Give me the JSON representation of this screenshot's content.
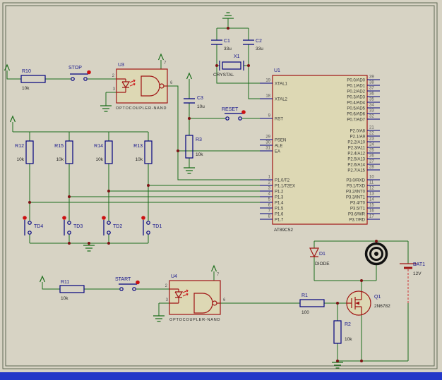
{
  "colors": {
    "background": "#d7d3c4",
    "wire_green": "#1b6e1b",
    "component_maroon": "#a01414",
    "component_navy": "#00007f",
    "component_fill": "#ddd8b4",
    "junction_dot": "#7c1414",
    "button_cap_red": "#cc1111",
    "statusbar_blue": "#2438c8"
  },
  "u1": {
    "ref": "U1",
    "part": "AT89C52",
    "pins_xtal": [
      {
        "num": "19",
        "name": "XTAL1"
      },
      {
        "num": "18",
        "name": "XTAL2"
      }
    ],
    "pins_rst": [
      {
        "num": "9",
        "name": "RST"
      }
    ],
    "pins_ctrl": [
      {
        "num": "29",
        "name": "PSEN"
      },
      {
        "num": "30",
        "name": "ALE"
      },
      {
        "num": "31",
        "name": "EA"
      }
    ],
    "pins_p1": [
      {
        "num": "1",
        "name": "P1.0/T2"
      },
      {
        "num": "2",
        "name": "P1.1/T2EX"
      },
      {
        "num": "3",
        "name": "P1.2"
      },
      {
        "num": "4",
        "name": "P1.3"
      },
      {
        "num": "5",
        "name": "P1.4"
      },
      {
        "num": "6",
        "name": "P1.5"
      },
      {
        "num": "7",
        "name": "P1.6"
      },
      {
        "num": "8",
        "name": "P1.7"
      }
    ],
    "pins_p0": [
      {
        "num": "39",
        "name": "P0.0/AD0"
      },
      {
        "num": "38",
        "name": "P0.1/AD1"
      },
      {
        "num": "37",
        "name": "P0.2/AD2"
      },
      {
        "num": "36",
        "name": "P0.3/AD3"
      },
      {
        "num": "35",
        "name": "P0.4/AD4"
      },
      {
        "num": "34",
        "name": "P0.5/AD5"
      },
      {
        "num": "33",
        "name": "P0.6/AD6"
      },
      {
        "num": "32",
        "name": "P0.7/AD7"
      }
    ],
    "pins_p2": [
      {
        "num": "21",
        "name": "P2.0/A8"
      },
      {
        "num": "22",
        "name": "P2.1/A9"
      },
      {
        "num": "23",
        "name": "P2.2/A10"
      },
      {
        "num": "24",
        "name": "P2.3/A11"
      },
      {
        "num": "25",
        "name": "P2.4/A12"
      },
      {
        "num": "26",
        "name": "P2.5/A13"
      },
      {
        "num": "27",
        "name": "P2.6/A14"
      },
      {
        "num": "28",
        "name": "P2.7/A15"
      }
    ],
    "pins_p3": [
      {
        "num": "10",
        "name": "P3.0/RXD"
      },
      {
        "num": "11",
        "name": "P3.1/TXD"
      },
      {
        "num": "12",
        "name": "P3.2/INT0"
      },
      {
        "num": "13",
        "name": "P3.3/INT1"
      },
      {
        "num": "14",
        "name": "P3.4/T0"
      },
      {
        "num": "15",
        "name": "P3.5/T1"
      },
      {
        "num": "16",
        "name": "P3.6/WR"
      },
      {
        "num": "17",
        "name": "P3.7/RD"
      }
    ]
  },
  "x1": {
    "ref": "X1",
    "part": "CRYSTAL"
  },
  "c1": {
    "ref": "C1",
    "value": "33u"
  },
  "c2": {
    "ref": "C2",
    "value": "33u"
  },
  "c3": {
    "ref": "C3",
    "value": "10u"
  },
  "r1": {
    "ref": "R1",
    "value": "100"
  },
  "r2": {
    "ref": "R2",
    "value": "10k"
  },
  "r3": {
    "ref": "R3",
    "value": "10k"
  },
  "r10": {
    "ref": "R10",
    "value": "10k"
  },
  "r11": {
    "ref": "R11",
    "value": "10k"
  },
  "r12": {
    "ref": "R12",
    "value": "10k"
  },
  "r13": {
    "ref": "R13",
    "value": "10k"
  },
  "r14": {
    "ref": "R14",
    "value": "10k"
  },
  "r15": {
    "ref": "R15",
    "value": "10k"
  },
  "u3": {
    "ref": "U3",
    "part": "OPTOCOUPLER-NAND",
    "pin_anode": "2",
    "pin_cathode": "3",
    "pin_out": "6",
    "pin_enable": "7"
  },
  "u4": {
    "ref": "U4",
    "part": "OPTOCOUPLER-NAND",
    "pin_anode": "2",
    "pin_cathode": "3",
    "pin_out": "6",
    "pin_enable": "7"
  },
  "buttons": {
    "stop": "STOP",
    "start": "START",
    "reset": "RESET",
    "td": [
      "TD4",
      "TD3",
      "TD2",
      "TD1"
    ]
  },
  "d1": {
    "ref": "D1",
    "part": "DIODE"
  },
  "q1": {
    "ref": "Q1",
    "part": "2N6782"
  },
  "bat1": {
    "ref": "BAT1",
    "value": "12V"
  }
}
